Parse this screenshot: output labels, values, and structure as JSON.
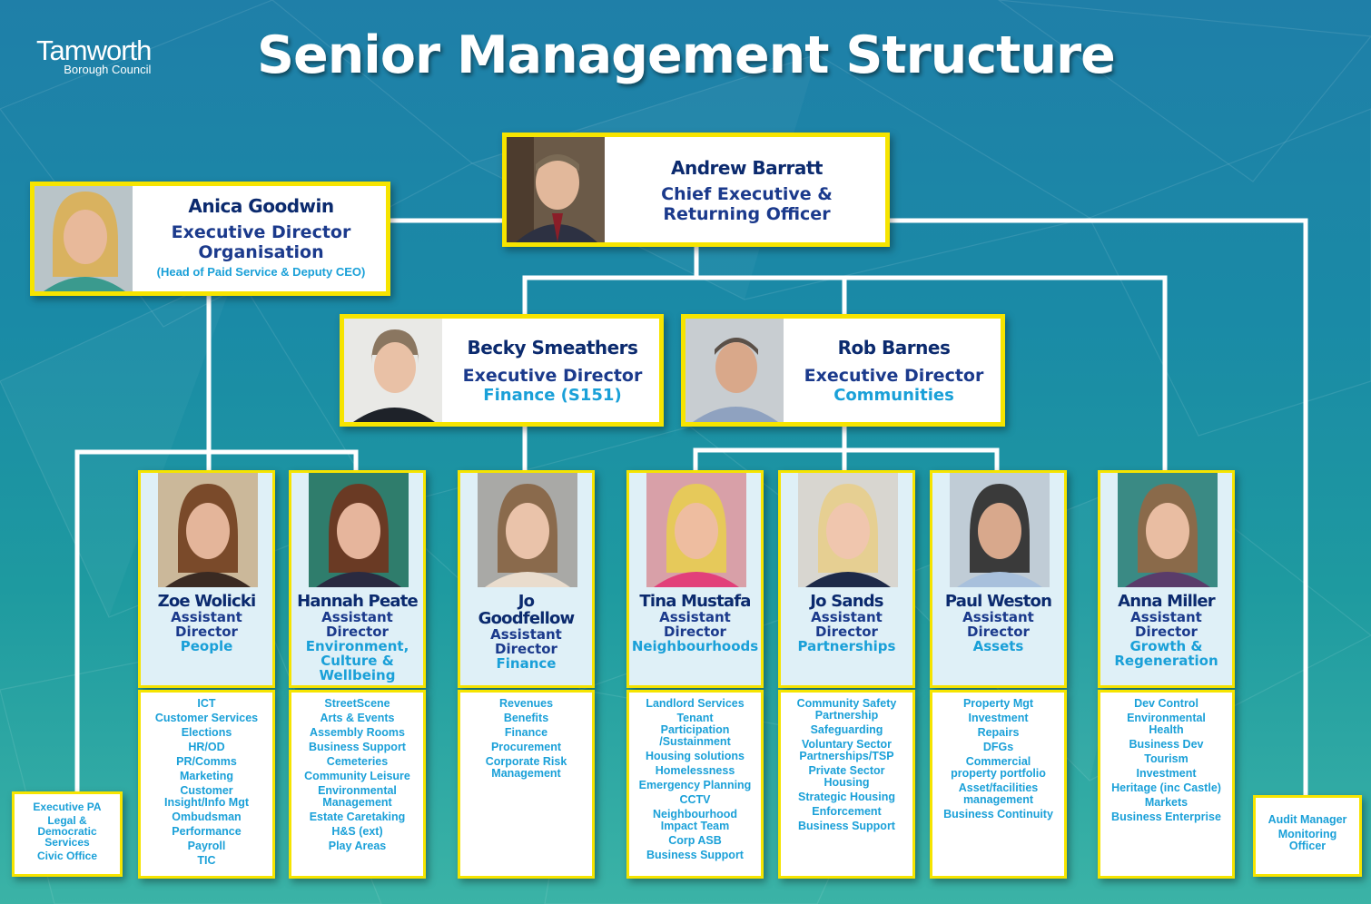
{
  "logo": {
    "line1": "Tamworth",
    "line2": "Borough Council"
  },
  "title": "Senior Management Structure",
  "colors": {
    "card_border": "#f6e400",
    "name": "#0b2a6e",
    "role": "#1b3a8c",
    "dept": "#1aa0d8",
    "connector": "#ffffff"
  },
  "chief": {
    "name": "Andrew Barratt",
    "role1": "Chief Executive &",
    "role2": "Returning Officer"
  },
  "organisation": {
    "name": "Anica Goodwin",
    "role1": "Executive Director",
    "role2": "Organisation",
    "sub": "(Head of Paid Service & Deputy CEO)"
  },
  "finance": {
    "name": "Becky Smeathers",
    "role": "Executive Director",
    "dept": "Finance (S151)"
  },
  "communities": {
    "name": "Rob Barnes",
    "role": "Executive Director",
    "dept": "Communities"
  },
  "assistants": [
    {
      "name": [
        "Zoe Wolicki"
      ],
      "role": [
        "Assistant",
        "Director"
      ],
      "dept": [
        "People"
      ],
      "duties": [
        "ICT",
        "Customer Services",
        "Elections",
        "HR/OD",
        "PR/Comms",
        "Marketing",
        "Customer\nInsight/Info Mgt",
        "Ombudsman",
        "Performance",
        "Payroll",
        "TIC"
      ]
    },
    {
      "name": [
        "Hannah Peate"
      ],
      "role": [
        "Assistant",
        "Director"
      ],
      "dept": [
        "Environment,",
        "Culture &",
        "Wellbeing"
      ],
      "duties": [
        "StreetScene",
        "Arts & Events",
        "Assembly Rooms",
        "Business Support",
        "Cemeteries",
        "Community Leisure",
        "Environmental\nManagement",
        "Estate Caretaking",
        "H&S (ext)",
        "Play Areas"
      ]
    },
    {
      "name": [
        "Jo",
        "Goodfellow"
      ],
      "role": [
        "Assistant",
        "Director"
      ],
      "dept": [
        "Finance"
      ],
      "duties": [
        "Revenues",
        "Benefits",
        "Finance",
        "Procurement",
        "Corporate Risk\nManagement"
      ]
    },
    {
      "name": [
        "Tina Mustafa"
      ],
      "role": [
        "Assistant",
        "Director"
      ],
      "dept": [
        "Neighbourhoods"
      ],
      "duties": [
        "Landlord Services",
        "Tenant\nParticipation\n/Sustainment",
        "Housing solutions",
        "Homelessness",
        "Emergency Planning",
        "CCTV",
        "Neighbourhood\nImpact Team",
        "Corp ASB",
        "Business Support"
      ]
    },
    {
      "name": [
        "Jo Sands"
      ],
      "role": [
        "Assistant",
        "Director"
      ],
      "dept": [
        "Partnerships"
      ],
      "duties": [
        "Community Safety\nPartnership",
        "Safeguarding",
        "Voluntary Sector\nPartnerships/TSP",
        "Private Sector\nHousing",
        "Strategic Housing",
        "Enforcement",
        "Business Support"
      ]
    },
    {
      "name": [
        "Paul Weston"
      ],
      "role": [
        "Assistant",
        "Director"
      ],
      "dept": [
        "Assets"
      ],
      "duties": [
        "Property Mgt",
        "Investment",
        "Repairs",
        "DFGs",
        "Commercial\nproperty portfolio",
        "Asset/facilities\nmanagement",
        "Business Continuity"
      ]
    },
    {
      "name": [
        "Anna Miller"
      ],
      "role": [
        "Assistant",
        "Director"
      ],
      "dept": [
        "Growth &",
        "Regeneration"
      ],
      "duties": [
        "Dev Control",
        "Environmental\nHealth",
        "Business Dev",
        "Tourism",
        "Investment",
        "Heritage (inc Castle)",
        "Markets",
        "Business Enterprise"
      ]
    }
  ],
  "exec_pa_box": [
    "Executive PA",
    "Legal &\nDemocratic\nServices",
    "Civic Office"
  ],
  "audit_box": [
    "Audit Manager",
    "Monitoring\nOfficer"
  ]
}
